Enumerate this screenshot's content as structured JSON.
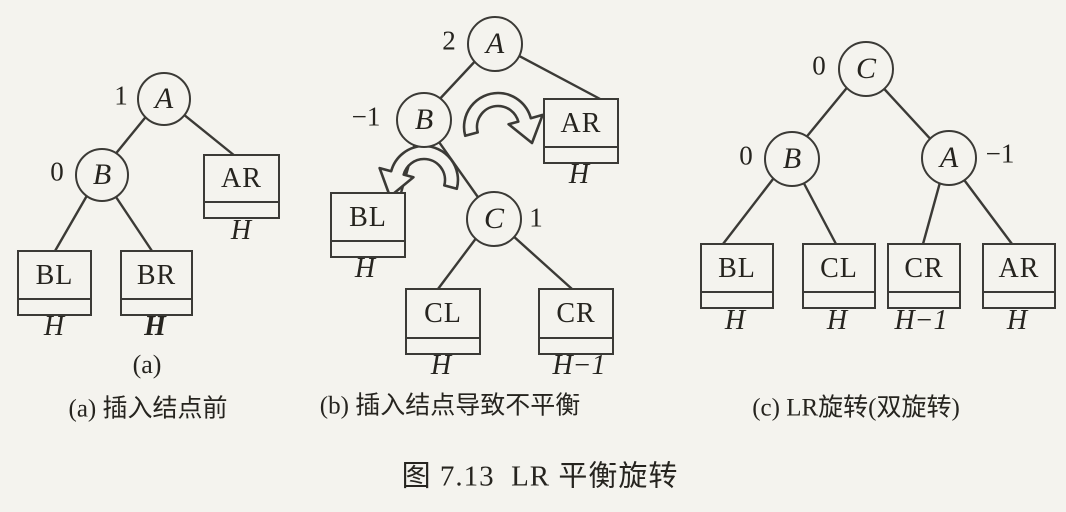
{
  "figure": {
    "title": "图 7.13  LR 平衡旋转"
  },
  "icons": {
    "rotate_upper": "clockwise-rotation-arrow",
    "rotate_lower": "counterclockwise-rotation-arrow"
  },
  "panel_a": {
    "sublabel": "(a)",
    "caption": "(a) 插入结点前",
    "node_A": {
      "label": "A",
      "bf": "1"
    },
    "node_B": {
      "label": "B",
      "bf": "0"
    },
    "box_AR": {
      "label": "AR",
      "height": "H"
    },
    "box_BL": {
      "label": "BL",
      "height": "H"
    },
    "box_BR": {
      "label": "BR",
      "height": "H"
    }
  },
  "panel_b": {
    "caption": "(b) 插入结点导致不平衡",
    "node_A": {
      "label": "A",
      "bf": "2"
    },
    "node_B": {
      "label": "B",
      "bf": "−1"
    },
    "node_C": {
      "label": "C",
      "bf": "1"
    },
    "box_AR": {
      "label": "AR",
      "height": "H"
    },
    "box_BL": {
      "label": "BL",
      "height": "H"
    },
    "box_CL": {
      "label": "CL",
      "height": "H"
    },
    "box_CR": {
      "label": "CR",
      "height": "H−1"
    }
  },
  "panel_c": {
    "caption": "(c) LR旋转(双旋转)",
    "node_C": {
      "label": "C",
      "bf": "0"
    },
    "node_B": {
      "label": "B",
      "bf": "0"
    },
    "node_A": {
      "label": "A",
      "bf": "−1"
    },
    "box_BL": {
      "label": "BL",
      "height": "H"
    },
    "box_CL": {
      "label": "CL",
      "height": "H"
    },
    "box_CR": {
      "label": "CR",
      "height": "H−1"
    },
    "box_AR": {
      "label": "AR",
      "height": "H"
    }
  }
}
